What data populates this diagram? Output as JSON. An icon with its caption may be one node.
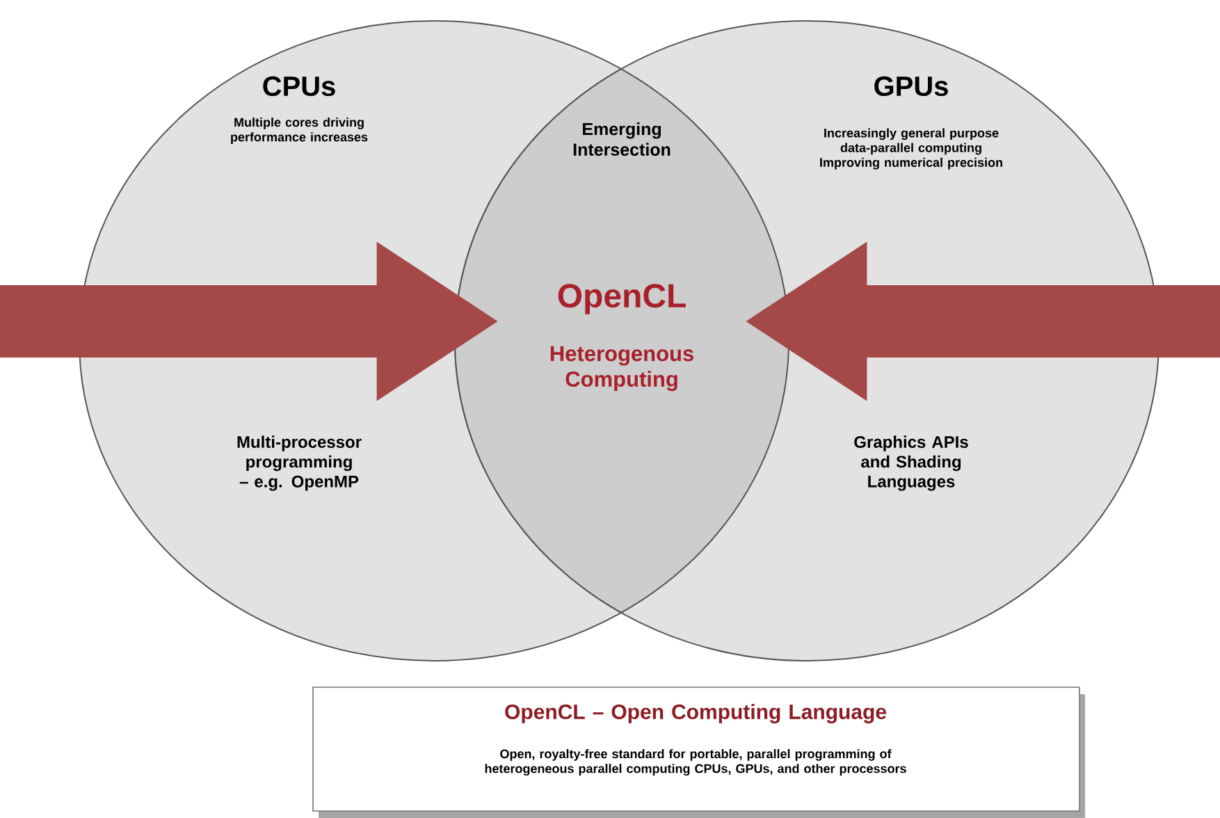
{
  "diagram": {
    "nodes": [
      {
        "text": [
          "CPUs",
          "Multiple cores driving performance increases",
          "Multi-processor programming – e.g. OpenMP"
        ]
      },
      {
        "text": [
          "GPUs",
          "Increasingly general purpose data-parallel computing Improving numerical precision",
          "Graphics APIs and Shading Languages"
        ]
      },
      {
        "text": [
          "Emerging Intersection",
          "OpenCL",
          "Heterogenous Computing"
        ]
      },
      {
        "text": [
          "OpenCL – Open Computing Language",
          "Open, royalty-free standard for portable, parallel programming of heterogeneous parallel computing CPUs, GPUs, and other processors"
        ]
      }
    ],
    "edges": [
      {
        "from": null,
        "to": 2,
        "arrow": "to"
      },
      {
        "from": null,
        "to": 2,
        "arrow": "to"
      }
    ]
  }
}
